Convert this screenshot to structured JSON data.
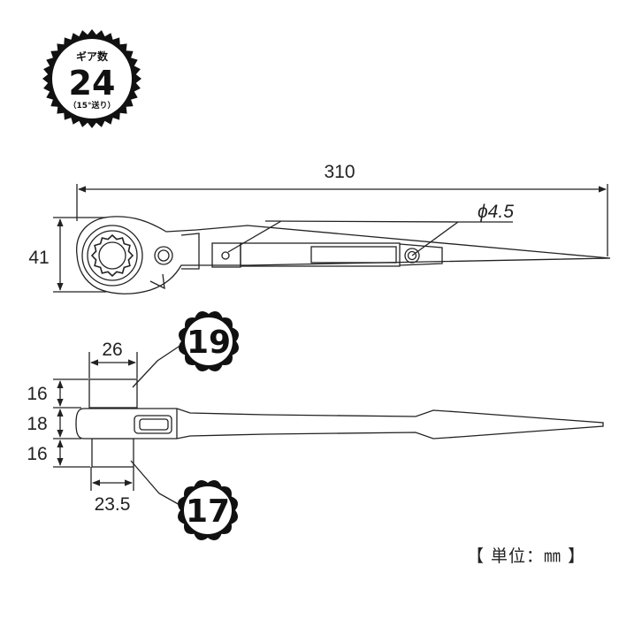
{
  "gear_badge": {
    "label_top": "ギア数",
    "number": "24",
    "label_bottom": "（15°送り）"
  },
  "dimensions": {
    "total_length": "310",
    "hole_diameter": "ϕ4.5",
    "head_height": "41",
    "socket_width_top": "26",
    "socket_width_bottom": "23.5",
    "upper_socket_height": "16",
    "handle_thickness": "18",
    "lower_socket_height": "16"
  },
  "socket_sizes": {
    "upper": "19",
    "lower": "17"
  },
  "unit_label": "【 単位：㎜ 】",
  "colors": {
    "line": "#222222",
    "fill": "#ffffff"
  }
}
